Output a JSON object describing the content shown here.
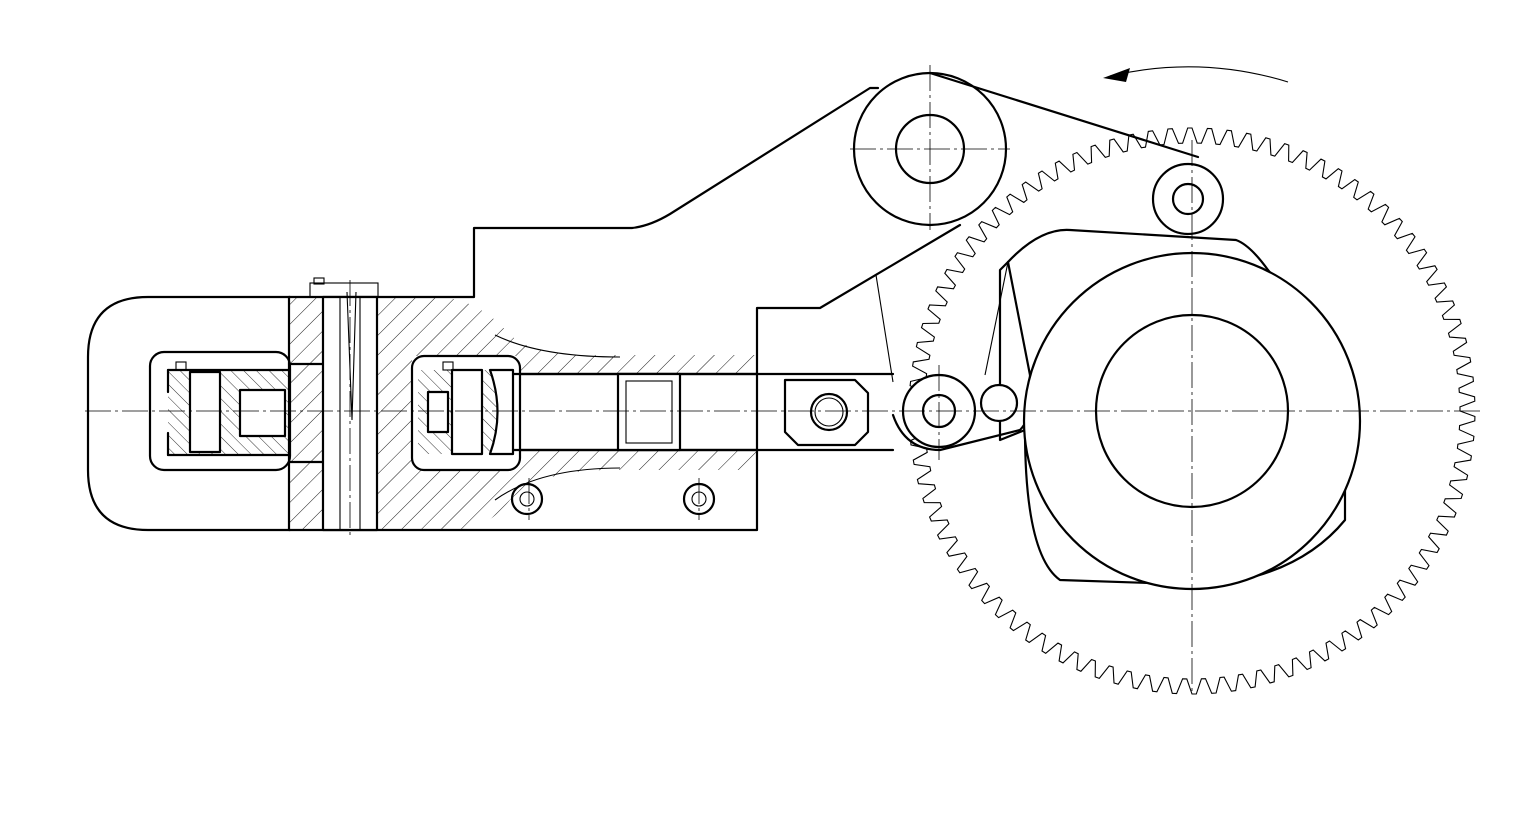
{
  "drawing": {
    "kind": "mechanical assembly, sectional view",
    "colors": {
      "line": "#000000",
      "background": "#ffffff"
    },
    "gear": {
      "teeth": 90,
      "rotation": "counter-clockwise"
    }
  }
}
